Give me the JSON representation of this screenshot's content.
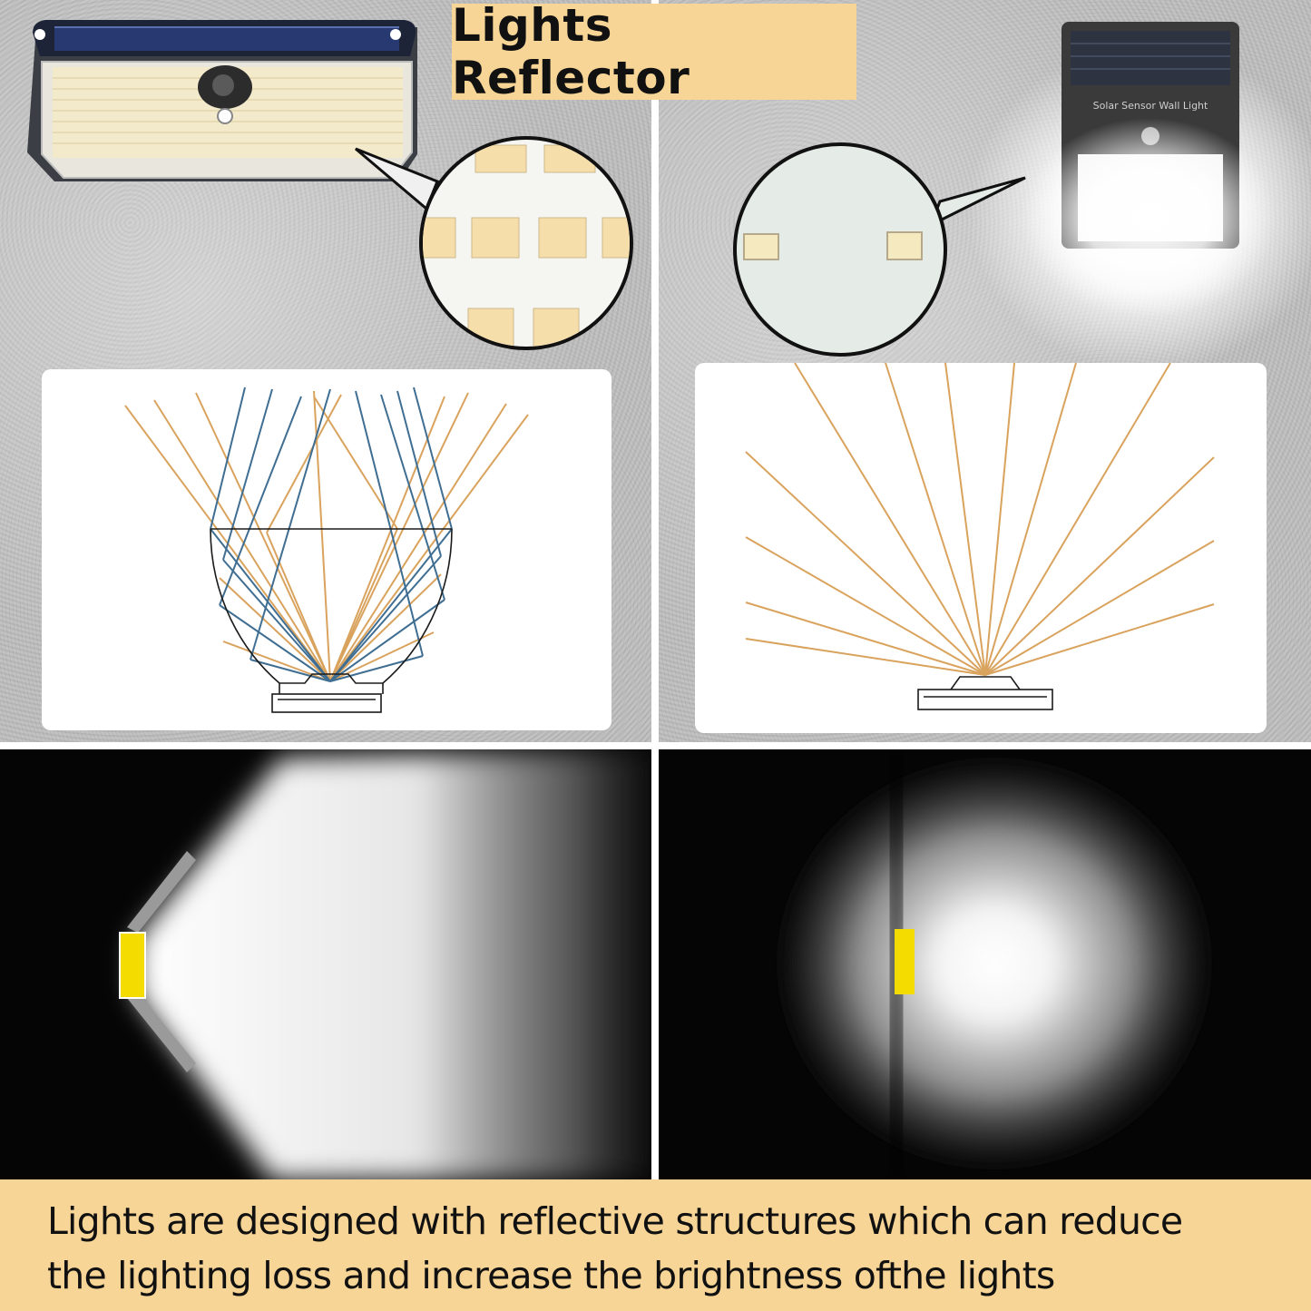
{
  "title": "Lights Reflector",
  "caption": {
    "line1": "Lights are designed with reflective structures which can reduce",
    "line2": "the lighting loss and increase the brightness ofthe lights"
  },
  "product_right": {
    "panel_text": "Solar Sensor Wall Light"
  },
  "colors": {
    "banner": "#f6d596",
    "ray_orange": "#d9a35e",
    "ray_blue": "#3f6e92",
    "led_yellow": "#f5dc00",
    "background_dark": "#050505"
  },
  "icons": {
    "left_product": "solar-wall-light-icon",
    "right_product": "solar-wall-light-icon",
    "left_zoom": "led-chip-zoom-icon",
    "right_zoom": "led-chip-zoom-icon",
    "left_diagram": "reflector-cup-icon",
    "right_diagram": "flat-led-icon"
  }
}
